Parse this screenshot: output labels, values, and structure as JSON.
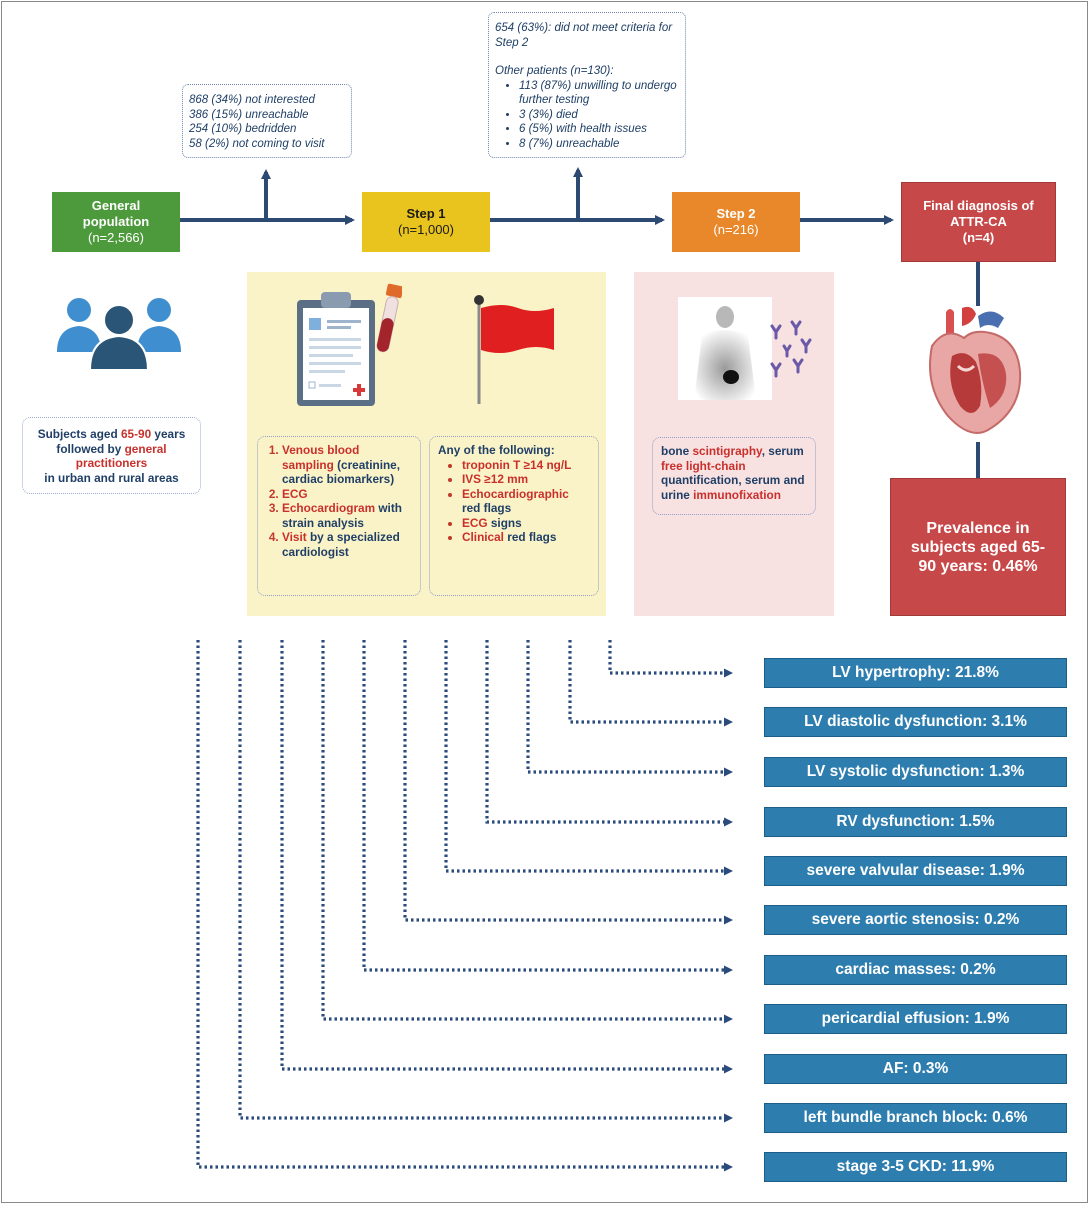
{
  "flow": {
    "general": {
      "title": "General population",
      "count": "(n=2,566)"
    },
    "step1": {
      "title": "Step 1",
      "count": "(n=1,000)"
    },
    "step2": {
      "title": "Step 2",
      "count": "(n=216)"
    },
    "final": {
      "title": "Final diagnosis of ATTR-CA",
      "count": "(n=4)"
    }
  },
  "exclusion1": {
    "lines": [
      "868 (34%) not interested",
      "386 (15%) unreachable",
      "254 (10%) bedridden",
      "58 (2%) not coming to visit"
    ]
  },
  "exclusion2": {
    "header": "654 (63%): did not meet criteria for Step 2",
    "other": "Other patients (n=130):",
    "items": [
      "113 (87%) unwilling to undergo further testing",
      "3 (3%) died",
      "6 (5%) with health issues",
      "8 (7%) unreachable"
    ]
  },
  "subjects": {
    "p1": "Subjects aged ",
    "age": "65-90",
    "p2": " years followed by ",
    "gp": "general practitioners",
    "p3": "in urban and rural areas"
  },
  "step1_tests": {
    "i1": {
      "red": "Venous blood sampling",
      "rest": " (creatinine, cardiac biomarkers)"
    },
    "i2": {
      "red": "ECG"
    },
    "i3": {
      "red": "Echocardiogram",
      "rest": " with strain analysis"
    },
    "i4": {
      "red": "Visit",
      "rest": " by a specialized cardiologist"
    }
  },
  "step1_flags": {
    "header": "Any of the following:",
    "f1": {
      "red": "troponin T ≥14 ng/L"
    },
    "f2": {
      "red": "IVS ≥12 mm"
    },
    "f3": {
      "red": "Echocardiographic",
      "rest": " red flags"
    },
    "f4": {
      "red": "ECG",
      "rest": " signs"
    },
    "f5": {
      "red": "Clinical",
      "rest": " red flags"
    }
  },
  "step2_tests": {
    "a": "bone ",
    "b": "scintigraphy",
    "c": ", serum ",
    "d": "free light-chain",
    "e": " quantification, serum and urine ",
    "f": "immunofixation"
  },
  "prevalence": {
    "text": "Prevalence in subjects aged 65-90 years: 0.46%"
  },
  "findings": [
    "LV hypertrophy: 21.8%",
    "LV diastolic dysfunction: 3.1%",
    "LV systolic dysfunction: 1.3%",
    "RV dysfunction: 1.5%",
    "severe valvular disease: 1.9%",
    "severe aortic stenosis: 0.2%",
    "cardiac masses: 0.2%",
    "pericardial effusion: 1.9%",
    "AF: 0.3%",
    "left bundle branch block: 0.6%",
    "stage 3-5 CKD: 11.9%"
  ],
  "colors": {
    "arrow": "#2d4a73",
    "green": "#4d9a3c",
    "yellow": "#e9c41f",
    "orange": "#e8882a",
    "red": "#c74848",
    "finding": "#2e7daf",
    "dots": "#2a4b7c"
  },
  "icons": [
    "people-icon",
    "clipboard-icon",
    "blood-tube-icon",
    "red-flag-icon",
    "scintigraphy-image",
    "antibody-icon",
    "heart-icon"
  ]
}
